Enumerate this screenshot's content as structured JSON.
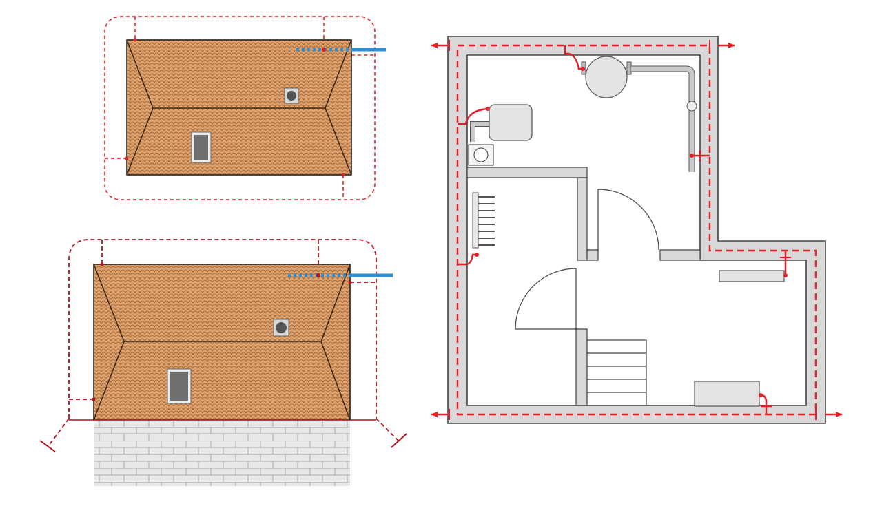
{
  "colors": {
    "background": "#ffffff",
    "roof_tile": "#e0a06a",
    "roof_tile_line": "#8a5a35",
    "ridge_line": "#3a2616",
    "outline": "#222222",
    "wall_fill": "#d9d9d9",
    "wall_stroke": "#444444",
    "lightning_conductor_red": "#e41e26",
    "conductor_dark_red": "#b3121f",
    "water_pipe_blue": "#2b8fd1",
    "window_glass": "#6f6f6f",
    "chimney": "#555555",
    "brick_wall": "#e8e8e8",
    "appliance_fill": "#e4e4e4",
    "heater_pipe": "#c9c9c9"
  },
  "diagram": {
    "views": [
      {
        "id": "roof-plan-top",
        "icon": "roof-plan-icon"
      },
      {
        "id": "roof-elevation-bottom",
        "icon": "roof-elevation-icon"
      },
      {
        "id": "floor-plan",
        "icon": "floor-plan-icon"
      }
    ],
    "legend_items": []
  }
}
